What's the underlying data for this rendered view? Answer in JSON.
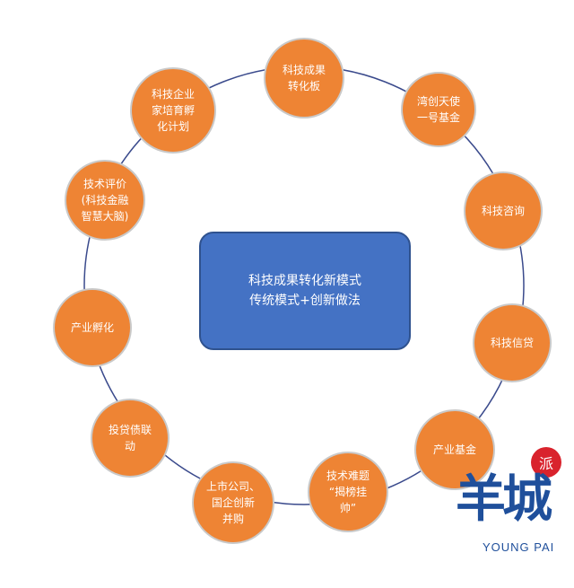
{
  "diagram": {
    "center": {
      "line1": "科技成果转化新模式",
      "line2": "传统模式+创新做法"
    },
    "nodes": [
      {
        "id": "kjcg-zhb",
        "label": "科技成果\n转化板"
      },
      {
        "id": "wc-ts",
        "label": "湾创天使\n一号基金"
      },
      {
        "id": "kj-zx",
        "label": "科技咨询"
      },
      {
        "id": "kj-xd",
        "label": "科技信贷"
      },
      {
        "id": "cy-jj",
        "label": "产业基金"
      },
      {
        "id": "js-nt",
        "label": "技术难题\n“揭榜挂\n帅”"
      },
      {
        "id": "ss-gs",
        "label": "上市公司、\n国企创新\n并购"
      },
      {
        "id": "td-zl",
        "label": "投贷债联\n动"
      },
      {
        "id": "cy-fh",
        "label": "产业孵化"
      },
      {
        "id": "js-pj",
        "label": "技术评价\n(科技金融\n智慧大脑)"
      },
      {
        "id": "kj-qy",
        "label": "科技企业\n家培育孵\n化计划"
      }
    ],
    "colors": {
      "node_fill": "#ee8434",
      "node_border": "#c9c9c9",
      "center_fill": "#4472c4",
      "ring": "#3a4a8c"
    }
  },
  "logo": {
    "badge": "派",
    "chars": "羊城",
    "english": "YOUNG PAI"
  }
}
